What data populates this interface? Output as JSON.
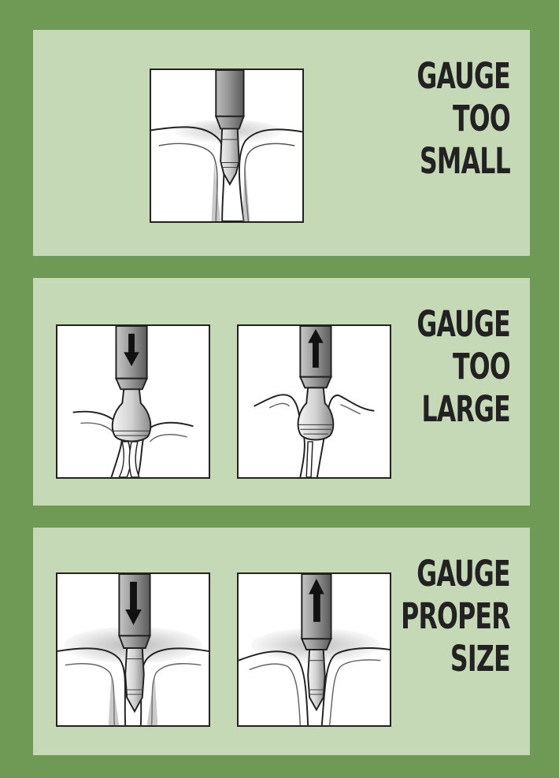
{
  "panels": [
    {
      "id": "too-small",
      "label_lines": [
        "GAUGE",
        "TOO",
        "SMALL"
      ]
    },
    {
      "id": "too-large",
      "label_lines": [
        "GAUGE",
        "TOO",
        "LARGE"
      ]
    },
    {
      "id": "proper-size",
      "label_lines": [
        "GAUGE",
        "PROPER",
        "SIZE"
      ]
    }
  ],
  "colors": {
    "outer_background": "#6e9a55",
    "panel_background": "#c6d9b6",
    "frame_border": "#222222",
    "text": "#222222"
  },
  "icons": [
    "arrow-down-icon",
    "arrow-up-icon"
  ]
}
